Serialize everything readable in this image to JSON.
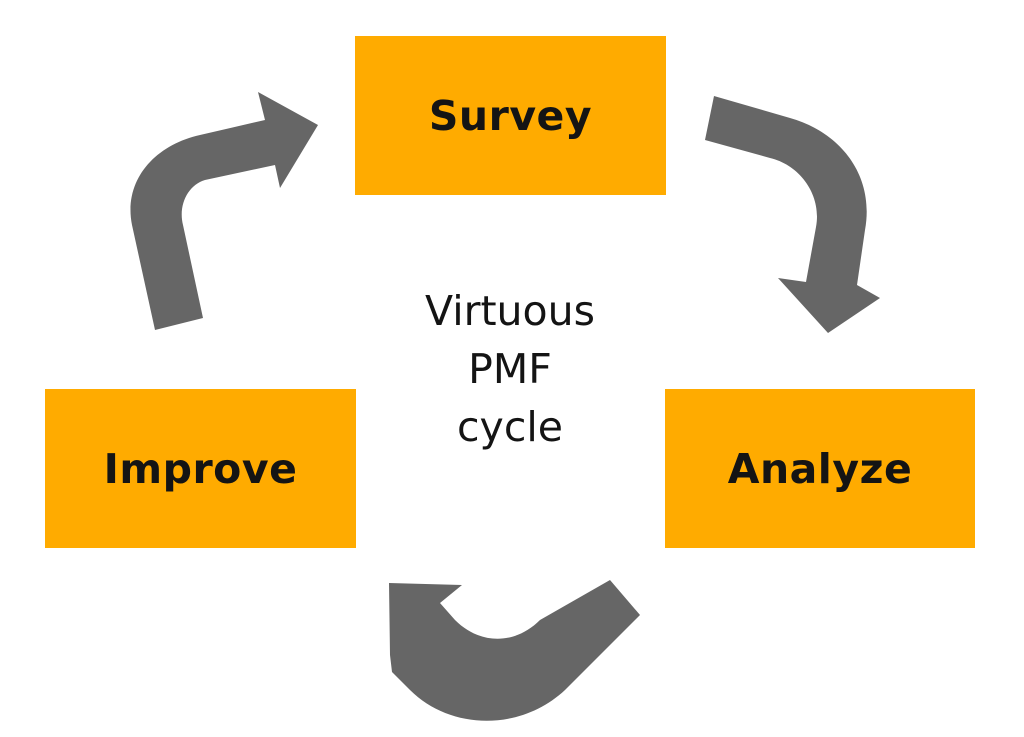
{
  "steps": {
    "survey": "Survey",
    "analyze": "Analyze",
    "improve": "Improve"
  },
  "center": {
    "line1": "Virtuous",
    "line2": "PMF",
    "line3": "cycle"
  },
  "colors": {
    "box_fill": "#ffab00",
    "arrow_fill": "#666666",
    "text": "#141414"
  }
}
